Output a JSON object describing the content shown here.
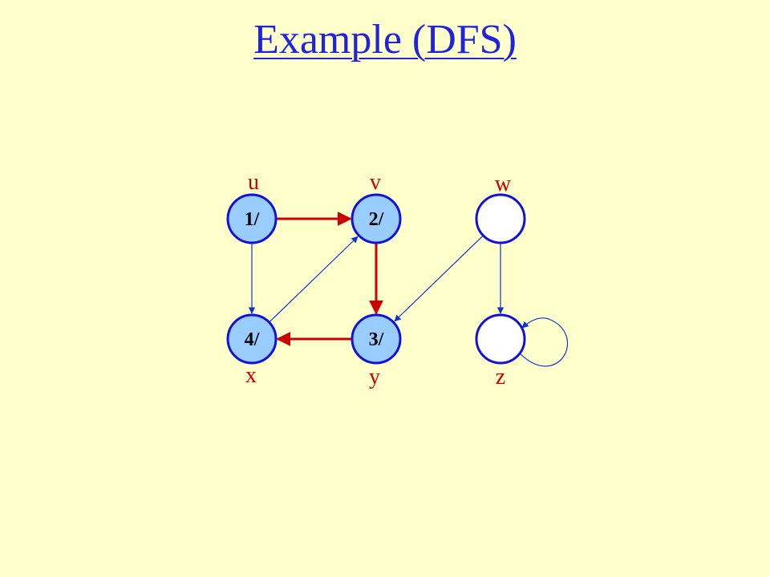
{
  "title": "Example (DFS)",
  "colors": {
    "background": "#FFFFCC",
    "title": "#2222DD",
    "node_visited_fill": "#99CCFF",
    "node_unvisited_fill": "#FFFFFF",
    "node_stroke": "#1111DD",
    "tree_edge": "#CC0000",
    "other_edge": "#1133CC",
    "vertex_name": "#CC0000"
  },
  "vertices": [
    {
      "id": "u",
      "name": "u",
      "label": "1/",
      "visited": true
    },
    {
      "id": "v",
      "name": "v",
      "label": "2/",
      "visited": true
    },
    {
      "id": "w",
      "name": "w",
      "label": "",
      "visited": false
    },
    {
      "id": "x",
      "name": "x",
      "label": "4/",
      "visited": true
    },
    {
      "id": "y",
      "name": "y",
      "label": "3/",
      "visited": true
    },
    {
      "id": "z",
      "name": "z",
      "label": "",
      "visited": false
    }
  ],
  "edges": [
    {
      "from": "u",
      "to": "v",
      "tree": true
    },
    {
      "from": "v",
      "to": "y",
      "tree": true
    },
    {
      "from": "y",
      "to": "x",
      "tree": true
    },
    {
      "from": "u",
      "to": "x",
      "tree": false
    },
    {
      "from": "x",
      "to": "v",
      "tree": false
    },
    {
      "from": "w",
      "to": "y",
      "tree": false
    },
    {
      "from": "w",
      "to": "z",
      "tree": false
    },
    {
      "from": "z",
      "to": "z",
      "tree": false
    }
  ]
}
